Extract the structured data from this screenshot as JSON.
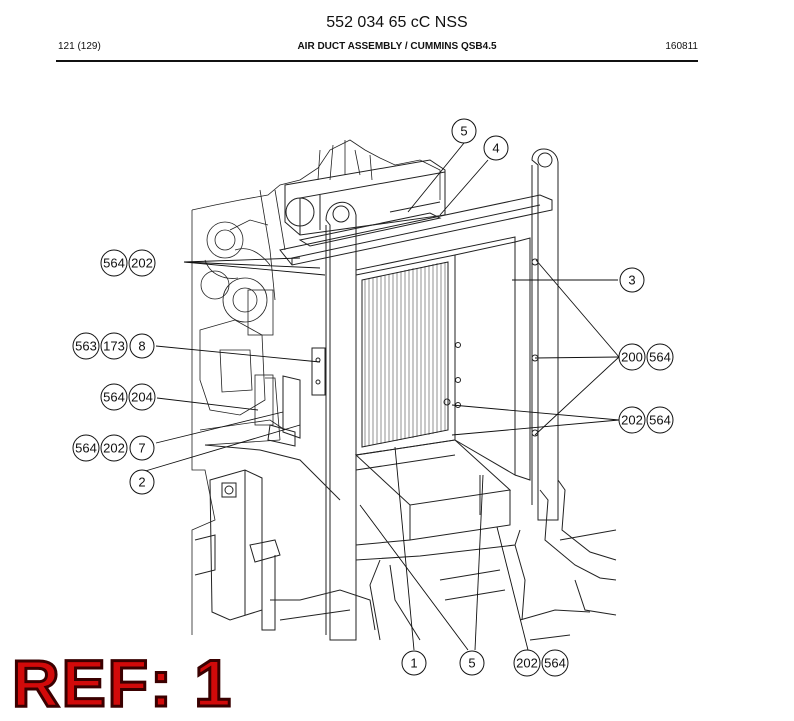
{
  "header": {
    "doc_number": "552 034 65 cC NSS",
    "page": "121 (129)",
    "title": "AIR DUCT ASSEMBLY / CUMMINS QSB4.5",
    "date": "160811"
  },
  "callouts": [
    {
      "id": "c5a",
      "label": "5"
    },
    {
      "id": "c4",
      "label": "4"
    },
    {
      "id": "c564a",
      "label": "564"
    },
    {
      "id": "c202a",
      "label": "202"
    },
    {
      "id": "c3",
      "label": "3"
    },
    {
      "id": "c563",
      "label": "563"
    },
    {
      "id": "c173",
      "label": "173"
    },
    {
      "id": "c8",
      "label": "8"
    },
    {
      "id": "c200",
      "label": "200"
    },
    {
      "id": "c564b",
      "label": "564"
    },
    {
      "id": "c564c",
      "label": "564"
    },
    {
      "id": "c204",
      "label": "204"
    },
    {
      "id": "c202b",
      "label": "202"
    },
    {
      "id": "c564d",
      "label": "564"
    },
    {
      "id": "c564e",
      "label": "564"
    },
    {
      "id": "c202c",
      "label": "202"
    },
    {
      "id": "c7",
      "label": "7"
    },
    {
      "id": "c2",
      "label": "2"
    },
    {
      "id": "c1",
      "label": "1"
    },
    {
      "id": "c5b",
      "label": "5"
    },
    {
      "id": "c202d",
      "label": "202"
    },
    {
      "id": "c564f",
      "label": "564"
    }
  ],
  "reference_label": "REF: 1"
}
